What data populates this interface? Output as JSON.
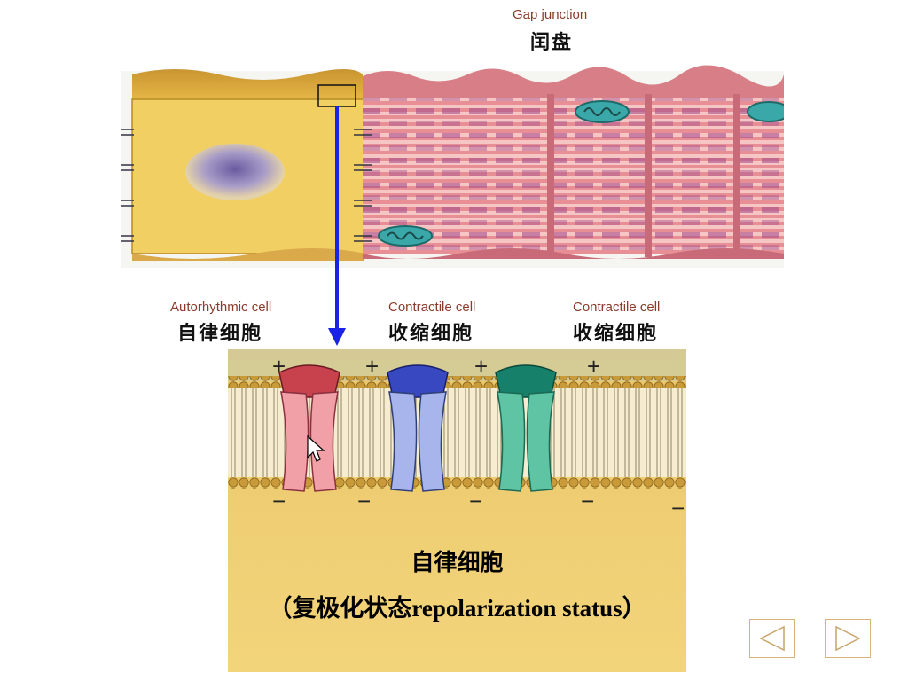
{
  "labels": {
    "gap_junction_en": "Gap junction",
    "gap_junction_zh": "闰盘",
    "autorhythmic_en": "Autorhythmic cell",
    "autorhythmic_zh": "自律细胞",
    "contractile1_en": "Contractile cell",
    "contractile1_zh": "收缩细胞",
    "contractile2_en": "Contractile cell",
    "contractile2_zh": "收缩细胞"
  },
  "membrane": {
    "plus_signs": [
      "+",
      "+",
      "+",
      "+"
    ],
    "minus_signs": [
      "−",
      "−",
      "−",
      "−",
      "−"
    ],
    "caption_line1": "自律细胞",
    "caption_line2": "（复极化状态repolarization status）"
  },
  "colors": {
    "autorhythmic_cell": "#f2cf62",
    "contractile_cell": "#e79aa0",
    "pointer_arrow": "#1a22e6",
    "channel_red": "#e86a78",
    "channel_blue": "#8090e0",
    "channel_green": "#3aa88a"
  },
  "nav": {
    "prev_icon": "triangle-left-icon",
    "next_icon": "triangle-right-icon"
  }
}
